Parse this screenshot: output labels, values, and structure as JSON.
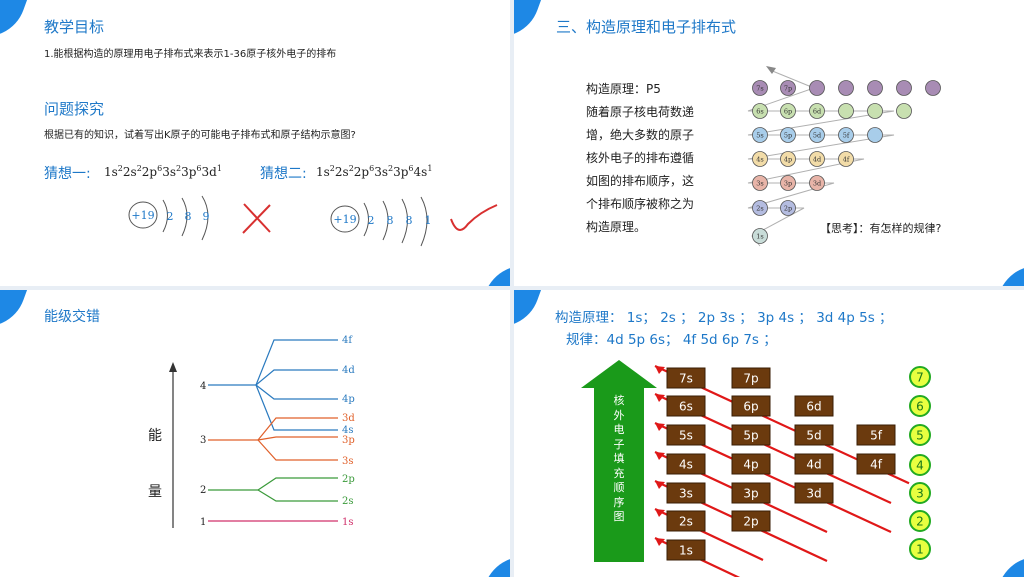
{
  "slide1": {
    "title": "教学目标",
    "goal": "1.能根据构造的原理用电子排布式来表示1-36原子核外电子的排布",
    "section": "问题探究",
    "question": "根据已有的知识，试着写出K原子的可能电子排布式和原子结构示意图?",
    "guess1_label": "猜想一:",
    "guess2_label": "猜想二:",
    "guess1_config": [
      [
        "1s",
        "2"
      ],
      [
        "2s",
        "2"
      ],
      [
        "2p",
        "6"
      ],
      [
        "3s",
        "2"
      ],
      [
        "3p",
        "6"
      ],
      [
        "3d",
        "1"
      ]
    ],
    "guess2_config": [
      [
        "1s",
        "2"
      ],
      [
        "2s",
        "2"
      ],
      [
        "2p",
        "6"
      ],
      [
        "3s",
        "2"
      ],
      [
        "3p",
        "6"
      ],
      [
        "4s",
        "1"
      ]
    ],
    "nucleus": "+19",
    "shells1": [
      "2",
      "8",
      "9"
    ],
    "shells2": [
      "2",
      "8",
      "8",
      "1"
    ]
  },
  "slide2": {
    "title": "三、构造原理和电子排布式",
    "lines": [
      "构造原理：P5",
      "随着原子核电荷数递",
      "增，绝大多数的原子",
      "核外电子的排布遵循",
      "如图的排布顺序，这",
      "个排布顺序被称之为",
      "构造原理。"
    ],
    "think": "【思考】：有怎样的规律?",
    "orbitals": [
      {
        "label": "7s",
        "color": "#a88cb4"
      },
      {
        "label": "7p",
        "color": "#a88cb4"
      },
      {
        "label": "6s",
        "color": "#c8e0b0"
      },
      {
        "label": "6p",
        "color": "#c8e0b0"
      },
      {
        "label": "6d",
        "color": "#c8e0b0"
      },
      {
        "label": "5s",
        "color": "#a8cdea"
      },
      {
        "label": "5p",
        "color": "#a8cdea"
      },
      {
        "label": "5d",
        "color": "#a8cdea"
      },
      {
        "label": "5f",
        "color": "#a8cdea"
      },
      {
        "label": "4s",
        "color": "#f2dca8"
      },
      {
        "label": "4p",
        "color": "#f2dca8"
      },
      {
        "label": "4d",
        "color": "#f2dca8"
      },
      {
        "label": "4f",
        "color": "#f2dca8"
      },
      {
        "label": "3s",
        "color": "#e8b4a8"
      },
      {
        "label": "3p",
        "color": "#e8b4a8"
      },
      {
        "label": "3d",
        "color": "#e8b4a8"
      },
      {
        "label": "2s",
        "color": "#b4bce0"
      },
      {
        "label": "2p",
        "color": "#b4bce0"
      },
      {
        "label": "1s",
        "color": "#c8dcd8"
      }
    ],
    "colors": {
      "row7": "#a88cb4",
      "row6": "#c8e0b0",
      "row5": "#a8cdea"
    }
  },
  "slide3": {
    "title": "能级交错",
    "axis_label_1": "能",
    "axis_label_2": "量",
    "levels": [
      "1",
      "2",
      "3",
      "4"
    ],
    "sublevels": [
      "4f",
      "4d",
      "4p",
      "3d",
      "4s",
      "3p",
      "3s",
      "2p",
      "2s",
      "1s"
    ]
  },
  "slide4": {
    "line1": "构造原理： 1s； 2s ； 2p 3s ； 3p 4s ； 3d 4p 5s ；",
    "line2": "规律：4d 5p 6s； 4f 5d 6p 7s ；",
    "arrow_text": "核外电子填充顺序图",
    "boxes": [
      "7s",
      "7p",
      "6s",
      "6p",
      "6d",
      "5s",
      "5p",
      "5d",
      "5f",
      "4s",
      "4p",
      "4d",
      "4f",
      "3s",
      "3p",
      "3d",
      "2s",
      "2p",
      "1s"
    ],
    "numbers": [
      "7",
      "6",
      "5",
      "4",
      "3",
      "2",
      "1"
    ]
  }
}
